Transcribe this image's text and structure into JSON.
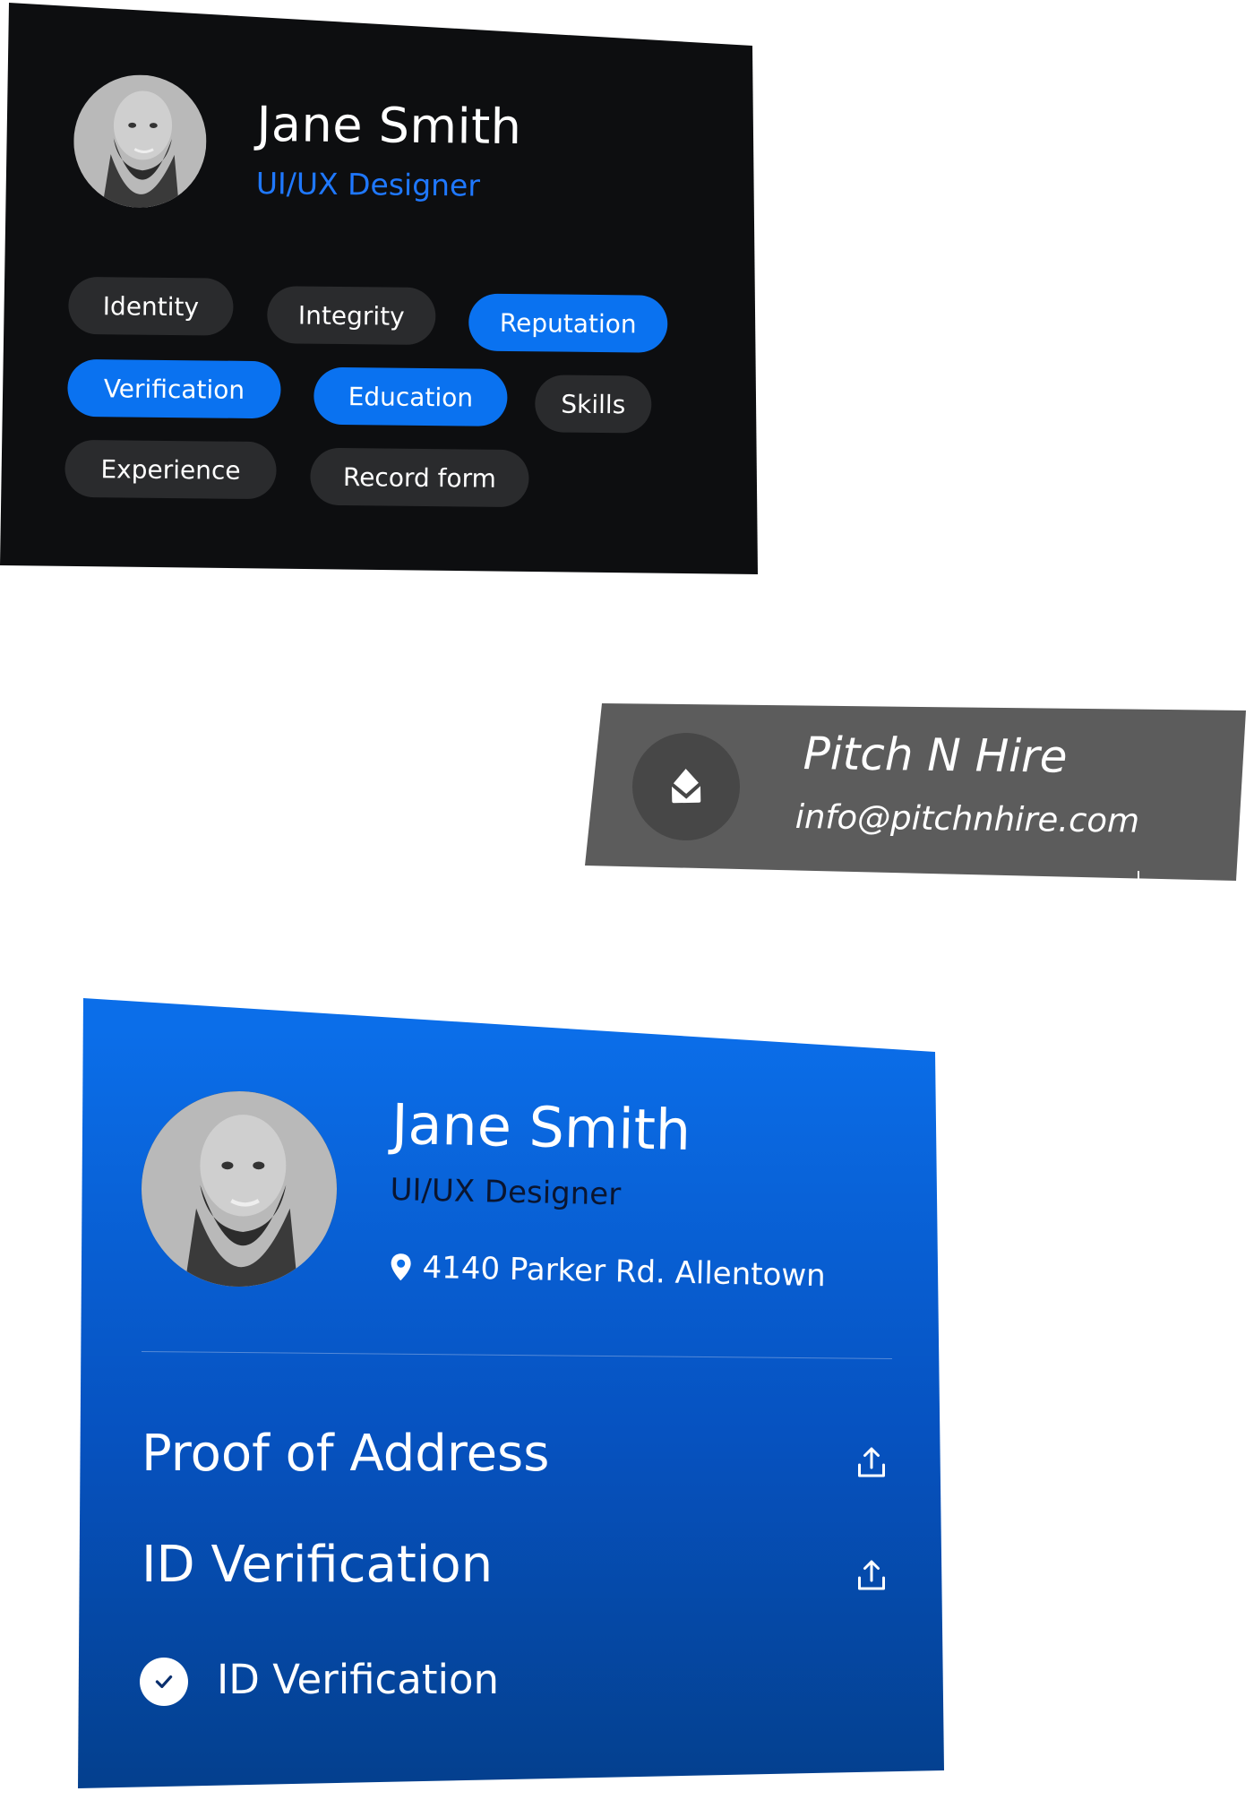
{
  "profile_dark_card": {
    "name": "Jane Smith",
    "role": "UI/UX Designer",
    "avatar_icon": "person-photo",
    "tags": [
      {
        "label": "Identity",
        "active": false
      },
      {
        "label": "Integrity",
        "active": false
      },
      {
        "label": "Reputation",
        "active": true
      },
      {
        "label": "Verification",
        "active": true
      },
      {
        "label": "Education",
        "active": true
      },
      {
        "label": "Skills",
        "active": false
      },
      {
        "label": "Experience",
        "active": false
      },
      {
        "label": "Record form",
        "active": false
      }
    ]
  },
  "contact_card": {
    "icon": "open-envelope-icon",
    "company": "Pitch N Hire",
    "email": "info@pitchnhire.com"
  },
  "profile_blue_card": {
    "name": "Jane Smith",
    "role": "UI/UX Designer",
    "location_icon": "map-pin-icon",
    "address": "4140 Parker Rd. Allentown",
    "documents": [
      {
        "label": "Proof of Address",
        "action_icon": "upload-icon"
      },
      {
        "label": "ID Verification",
        "action_icon": "upload-icon"
      }
    ],
    "completed": {
      "label": "ID Verification",
      "status_icon": "check-circle-icon"
    }
  },
  "colors": {
    "accent_blue": "#0a72f0",
    "dark_card": "#0d0e10",
    "pill_inactive": "#2a2b2d",
    "gray_card": "#5c5c5c",
    "blue_card_bottom": "#043f8c"
  }
}
